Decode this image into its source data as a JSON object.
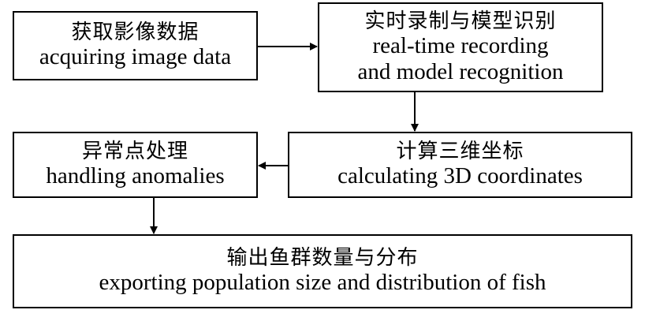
{
  "nodes": {
    "acquire": {
      "zh": "获取影像数据",
      "en": "acquiring image data"
    },
    "record": {
      "zh": "实时录制与模型识别",
      "en_line1": "real-time recording",
      "en_line2": "and model recognition"
    },
    "calc": {
      "zh": "计算三维坐标",
      "en": "calculating 3D coordinates"
    },
    "anomaly": {
      "zh": "异常点处理",
      "en": "handling anomalies"
    },
    "export": {
      "zh": "输出鱼群数量与分布",
      "en": "exporting population size and distribution of fish"
    }
  },
  "edges": [
    {
      "from": "acquire",
      "to": "record"
    },
    {
      "from": "record",
      "to": "calc"
    },
    {
      "from": "calc",
      "to": "anomaly"
    },
    {
      "from": "anomaly",
      "to": "export"
    }
  ]
}
